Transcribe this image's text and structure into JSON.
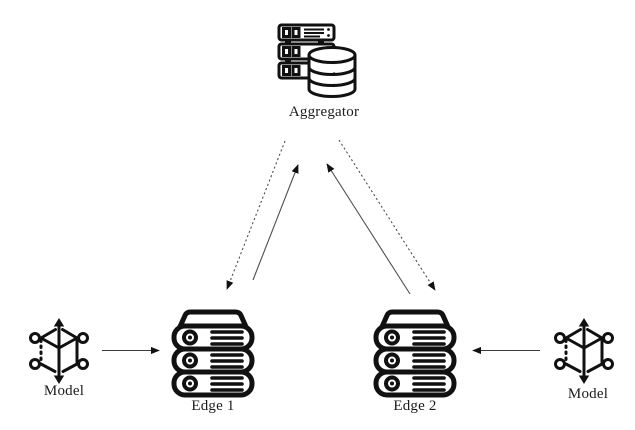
{
  "diagram": {
    "type": "federated-learning-topology",
    "nodes": {
      "aggregator": {
        "label": "Aggregator",
        "icon": "server-rack-database-icon"
      },
      "edge1": {
        "label": "Edge 1",
        "icon": "server-stack-icon"
      },
      "edge2": {
        "label": "Edge 2",
        "icon": "server-stack-icon"
      },
      "model_left": {
        "label": "Model",
        "icon": "model-cube-icon"
      },
      "model_right": {
        "label": "Model",
        "icon": "model-cube-icon"
      }
    },
    "connections": [
      {
        "from": "aggregator",
        "to": "edge1",
        "style": "dashed",
        "arrowhead": "at-edge1"
      },
      {
        "from": "edge1",
        "to": "aggregator",
        "style": "solid",
        "arrowhead": "at-aggregator"
      },
      {
        "from": "edge2",
        "to": "aggregator",
        "style": "solid",
        "arrowhead": "at-aggregator"
      },
      {
        "from": "aggregator",
        "to": "edge2",
        "style": "dashed",
        "arrowhead": "at-edge2"
      },
      {
        "from": "model_left",
        "to": "edge1",
        "style": "solid",
        "arrowhead": "at-edge1"
      },
      {
        "from": "model_right",
        "to": "edge2",
        "style": "solid",
        "arrowhead": "at-edge2"
      }
    ],
    "colors": {
      "background": "#ffffff",
      "icon_stroke": "#111111",
      "arrow_line": "#4a4a4a",
      "arrowhead_fill": "#111111",
      "text": "#1c1c1c"
    }
  }
}
